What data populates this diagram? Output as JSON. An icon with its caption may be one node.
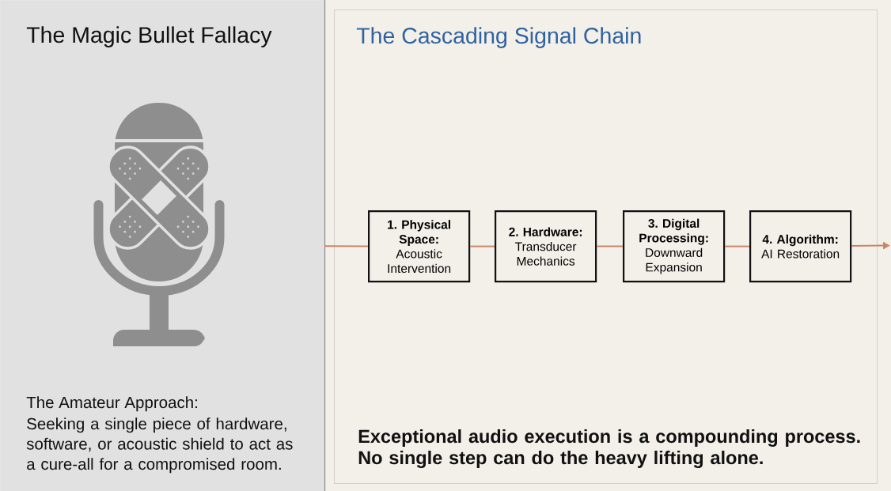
{
  "diagram": {
    "nodes": [
      {
        "text": [
          "The Magic Bullet Fallacy",
          "The Amateur Approach:",
          "Seeking a single piece of hardware, software, or acoustic shield to act as a cure-all for a compromised room."
        ]
      },
      {
        "text": [
          "The Cascading Signal Chain",
          "Exceptional audio execution is a compounding process. No single step can do the heavy lifting alone."
        ]
      },
      {
        "text": [
          "1. Physical Space:",
          "Acoustic Intervention"
        ],
        "in": 1
      },
      {
        "text": [
          "2. Hardware:",
          "Transducer Mechanics"
        ],
        "in": 1
      },
      {
        "text": [
          "3. Digital Processing:",
          "Downward Expansion"
        ],
        "in": 1
      },
      {
        "text": [
          "4. Algorithm:",
          "AI Restoration"
        ],
        "in": 1
      }
    ],
    "edges": [
      {
        "from": 0,
        "to": 2,
        "arrow": "none"
      },
      {
        "from": 2,
        "to": 3,
        "arrow": "none"
      },
      {
        "from": 3,
        "to": 4,
        "arrow": "none"
      },
      {
        "from": 4,
        "to": 5,
        "arrow": "none"
      },
      {
        "from": 5,
        "to": null,
        "arrow": "to"
      }
    ]
  }
}
